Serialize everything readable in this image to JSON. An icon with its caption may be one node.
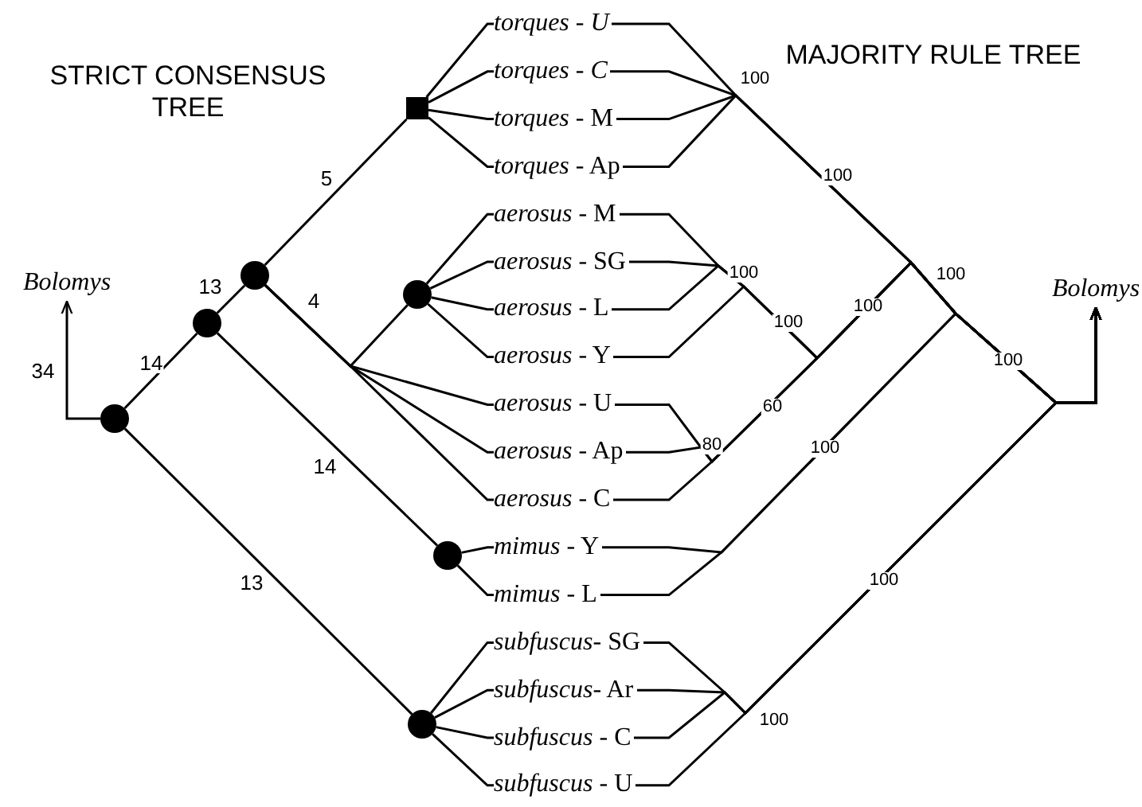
{
  "diagram": {
    "nodes": [
      {
        "text": [
          "*torques* - *U*"
        ]
      },
      {
        "text": [
          "*torques* - *C*"
        ]
      },
      {
        "text": [
          "*torques* - M"
        ]
      },
      {
        "text": [
          "*torques* - Ap"
        ]
      },
      {
        "text": [
          "*aerosus* - M"
        ]
      },
      {
        "text": [
          "*aerosus* - SG"
        ]
      },
      {
        "text": [
          "*aerosus* - L"
        ]
      },
      {
        "text": [
          "*aerosus* - Y"
        ]
      },
      {
        "text": [
          "*aerosus* - U"
        ]
      },
      {
        "text": [
          "*aerosus* - Ap"
        ]
      },
      {
        "text": [
          "*aerosus* - C"
        ]
      },
      {
        "text": [
          "*mimus* - Y"
        ]
      },
      {
        "text": [
          "*mimus* - L"
        ]
      },
      {
        "text": [
          "*subfuscus*- SG"
        ]
      },
      {
        "text": [
          "*subfuscus*- Ar"
        ]
      },
      {
        "text": [
          "*subfuscus* - C"
        ]
      },
      {
        "text": [
          "*subfuscus* - U"
        ]
      },
      {
        "text": [
          "Bolomys"
        ]
      },
      {
        "text": [
          "Bolomys"
        ]
      },
      {
        "text": [],
        "shape": "circle"
      },
      {
        "text": [],
        "shape": "circle"
      },
      {
        "text": [],
        "shape": "circle"
      },
      {
        "text": [],
        "shape": "box"
      },
      {
        "text": [],
        "shape": "circle"
      },
      {
        "text": [],
        "shape": "circle"
      },
      {
        "text": [],
        "shape": "circle"
      }
    ],
    "edges": [
      {
        "from": 19,
        "to": 17,
        "arrow": "to",
        "label": "34"
      },
      {
        "from": 19,
        "to": 20,
        "arrow": "none",
        "label": "14"
      },
      {
        "from": 20,
        "to": 21,
        "arrow": "none",
        "label": "13"
      },
      {
        "from": 21,
        "to": 22,
        "arrow": "none",
        "label": "5"
      },
      {
        "from": 22,
        "to": 0,
        "arrow": "none"
      },
      {
        "from": 22,
        "to": 1,
        "arrow": "none"
      },
      {
        "from": 22,
        "to": 2,
        "arrow": "none"
      },
      {
        "from": 22,
        "to": 3,
        "arrow": "none"
      },
      {
        "from": 21,
        "to": 23,
        "arrow": "none",
        "label": "4"
      },
      {
        "from": 21,
        "to": 8,
        "arrow": "none"
      },
      {
        "from": 21,
        "to": 9,
        "arrow": "none"
      },
      {
        "from": 21,
        "to": 10,
        "arrow": "none"
      },
      {
        "from": 23,
        "to": 4,
        "arrow": "none"
      },
      {
        "from": 23,
        "to": 5,
        "arrow": "none"
      },
      {
        "from": 23,
        "to": 6,
        "arrow": "none"
      },
      {
        "from": 23,
        "to": 7,
        "arrow": "none"
      },
      {
        "from": 20,
        "to": 24,
        "arrow": "none",
        "label": "14"
      },
      {
        "from": 24,
        "to": 11,
        "arrow": "none"
      },
      {
        "from": 24,
        "to": 12,
        "arrow": "none"
      },
      {
        "from": 19,
        "to": 25,
        "arrow": "none",
        "label": "13"
      },
      {
        "from": 25,
        "to": 13,
        "arrow": "none"
      },
      {
        "from": 25,
        "to": 14,
        "arrow": "none"
      },
      {
        "from": 25,
        "to": 15,
        "arrow": "none"
      },
      {
        "from": 25,
        "to": 16,
        "arrow": "none"
      },
      {
        "from": 0,
        "to": 18,
        "arrow": "to"
      },
      {
        "from": 1,
        "to": 18,
        "arrow": "to"
      },
      {
        "from": 2,
        "to": 18,
        "arrow": "to"
      },
      {
        "from": 3,
        "to": 18,
        "arrow": "to"
      },
      {
        "from": 4,
        "to": 18,
        "arrow": "to"
      },
      {
        "from": 5,
        "to": 18,
        "arrow": "to"
      },
      {
        "from": 6,
        "to": 18,
        "arrow": "to"
      },
      {
        "from": 7,
        "to": 18,
        "arrow": "to"
      },
      {
        "from": 8,
        "to": 18,
        "arrow": "to"
      },
      {
        "from": 9,
        "to": 18,
        "arrow": "to"
      },
      {
        "from": 10,
        "to": 18,
        "arrow": "to"
      },
      {
        "from": 11,
        "to": 18,
        "arrow": "to"
      },
      {
        "from": 12,
        "to": 18,
        "arrow": "to"
      },
      {
        "from": 13,
        "to": 18,
        "arrow": "to"
      },
      {
        "from": 14,
        "to": 18,
        "arrow": "to"
      },
      {
        "from": 15,
        "to": 18,
        "arrow": "to"
      },
      {
        "from": 16,
        "to": 18,
        "arrow": "to"
      }
    ],
    "labels": [
      "STRICT CONSENSUS TREE",
      "MAJORITY RULE TREE",
      "100",
      "100",
      "100",
      "100",
      "100",
      "100",
      "100",
      "60",
      "80",
      "100",
      "100",
      "100"
    ]
  }
}
